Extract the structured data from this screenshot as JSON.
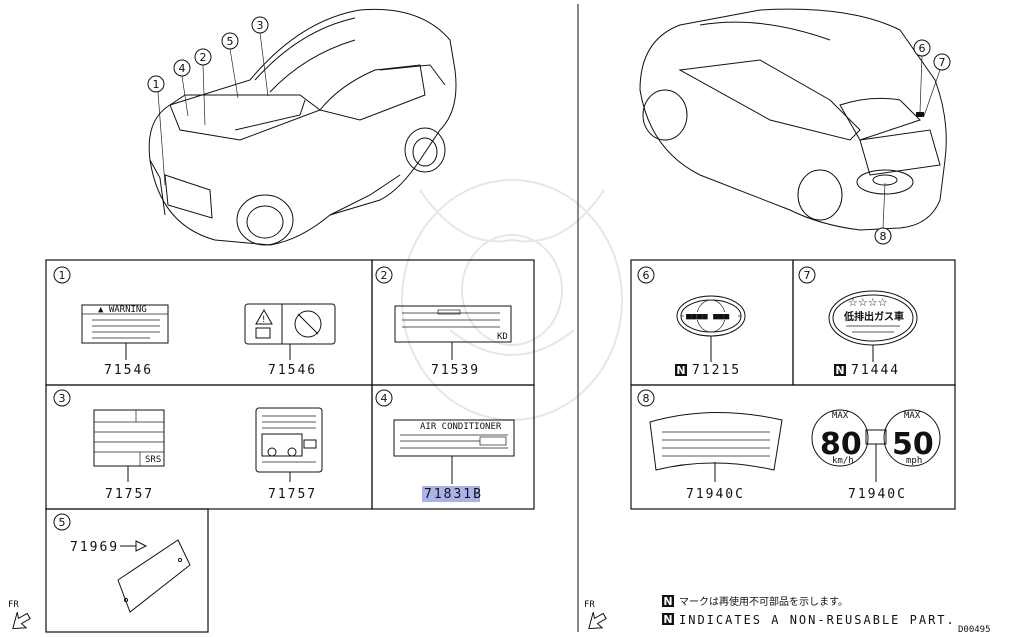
{
  "fr_label": "FR",
  "diagram_code": "D00495",
  "note": {
    "badge": "N",
    "jp": "マークは再使用不可部品を示します。",
    "en": "INDICATES A NON-REUSABLE PART."
  },
  "callouts": [
    "1",
    "2",
    "3",
    "4",
    "5",
    "6",
    "7",
    "8"
  ],
  "panels": {
    "p1": {
      "num": "1",
      "parts": [
        "71546",
        "71546"
      ]
    },
    "p2": {
      "num": "2",
      "parts": [
        "71539"
      ]
    },
    "p3": {
      "num": "3",
      "parts": [
        "71757",
        "71757"
      ]
    },
    "p4": {
      "num": "4",
      "parts": [
        "71831B"
      ]
    },
    "p5": {
      "num": "5",
      "parts": [
        "71969"
      ]
    },
    "p6": {
      "num": "6",
      "parts": [
        "71215"
      ]
    },
    "p7": {
      "num": "7",
      "parts": [
        "71444"
      ]
    },
    "p8": {
      "num": "8",
      "parts": [
        "71940C",
        "71940C"
      ]
    }
  },
  "label_text": {
    "ac_title": "AIR CONDITIONER",
    "warning": "WARNING",
    "srs": "SRS",
    "kd": "KD",
    "low_emission": "低排出ガス車",
    "max": "MAX",
    "speed1": "80",
    "speed2": "50",
    "unit1": "km/h",
    "unit2": "mph"
  }
}
